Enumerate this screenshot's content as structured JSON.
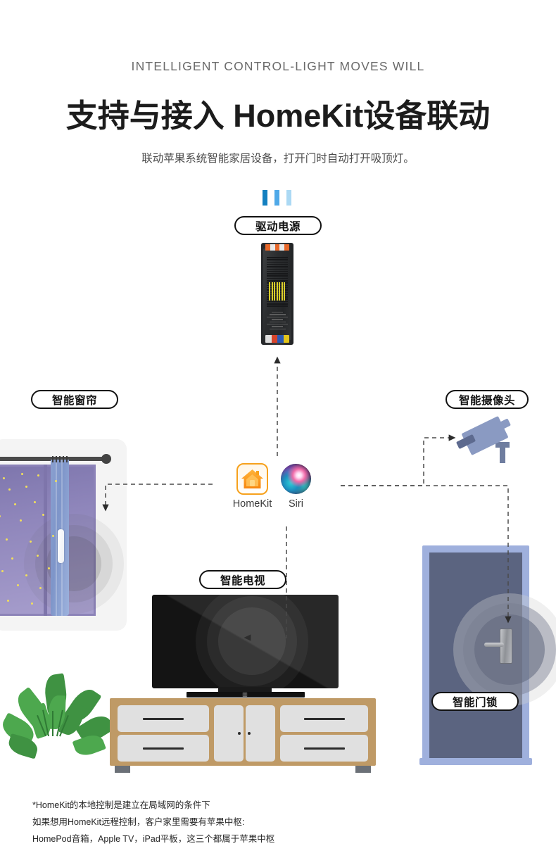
{
  "header": {
    "eyebrow": "INTELLIGENT CONTROL-LIGHT MOVES WILL",
    "headline": "支持与接入 HomeKit设备联动",
    "subline": "联动苹果系统智能家居设备，打开门时自动打开吸顶灯。"
  },
  "labels": {
    "driver": "驱动电源",
    "curtain": "智能窗帘",
    "camera": "智能摄像头",
    "tv": "智能电视",
    "lock": "智能门锁"
  },
  "hub": {
    "homekit_caption": "HomeKit",
    "siri_caption": "Siri",
    "homekit_icon": "house-icon",
    "siri_icon": "siri-orb-icon"
  },
  "devices": {
    "driver_icon": "led-driver-power-supply",
    "curtain_icon": "smart-curtain-motor",
    "camera_icon": "security-camera-icon",
    "tv_icon": "smart-tv",
    "lock_icon": "smart-door-lock",
    "plant_icon": "potted-plant",
    "tv_logo": "tv-brand-logo"
  },
  "bars": {
    "colors": [
      "#1380c0",
      "#4fa9e8",
      "#abd9f4"
    ]
  },
  "colors": {
    "accent_blue": "#1380c0",
    "homekit_orange": "#f6a11c",
    "wood": "#bf9a66",
    "door_blue": "#9fb0dd",
    "plant_pot": "#df5a38",
    "dash_line": "#3a3a3a"
  },
  "footnote": {
    "lines": [
      "*HomeKit的本地控制是建立在局域网的条件下",
      "如果想用HomeKit远程控制，客户家里需要有苹果中枢:",
      "HomePod音箱，Apple TV，iPad平板，这三个都属于苹果中枢"
    ]
  }
}
